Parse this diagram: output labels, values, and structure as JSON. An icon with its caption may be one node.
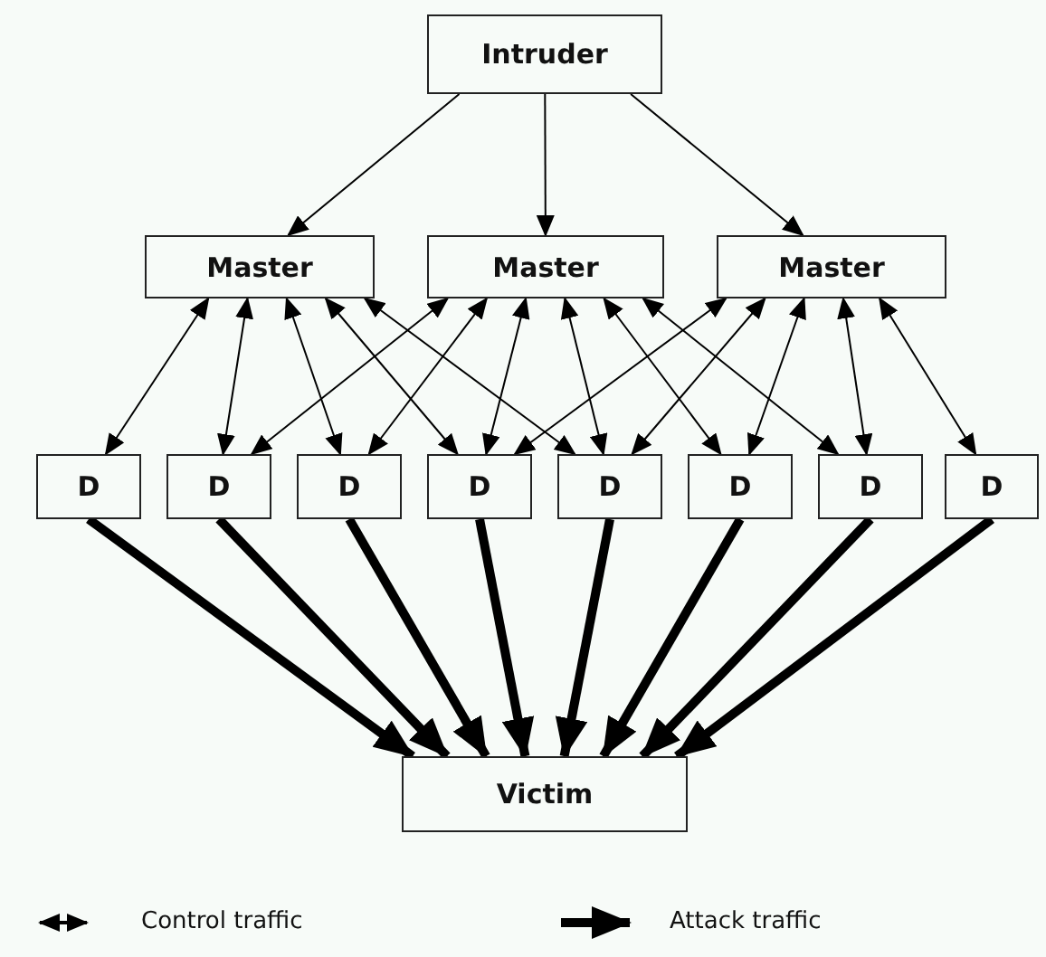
{
  "diagram": {
    "nodes": [
      {
        "text": [
          "Intruder"
        ]
      },
      {
        "text": [
          "Master"
        ]
      },
      {
        "text": [
          "Master"
        ]
      },
      {
        "text": [
          "Master"
        ]
      },
      {
        "text": [
          "D"
        ]
      },
      {
        "text": [
          "D"
        ]
      },
      {
        "text": [
          "D"
        ]
      },
      {
        "text": [
          "D"
        ]
      },
      {
        "text": [
          "D"
        ]
      },
      {
        "text": [
          "D"
        ]
      },
      {
        "text": [
          "D"
        ]
      },
      {
        "text": [
          "D"
        ]
      },
      {
        "text": [
          "Victim"
        ]
      }
    ],
    "edges": [
      {
        "from": 0,
        "to": 1,
        "arrow": "to"
      },
      {
        "from": 0,
        "to": 2,
        "arrow": "to"
      },
      {
        "from": 0,
        "to": 3,
        "arrow": "to"
      },
      {
        "from": 1,
        "to": 4,
        "arrow": "both"
      },
      {
        "from": 1,
        "to": 5,
        "arrow": "both"
      },
      {
        "from": 1,
        "to": 6,
        "arrow": "both"
      },
      {
        "from": 1,
        "to": 7,
        "arrow": "both"
      },
      {
        "from": 1,
        "to": 8,
        "arrow": "both"
      },
      {
        "from": 2,
        "to": 5,
        "arrow": "both"
      },
      {
        "from": 2,
        "to": 6,
        "arrow": "both"
      },
      {
        "from": 2,
        "to": 7,
        "arrow": "both"
      },
      {
        "from": 2,
        "to": 8,
        "arrow": "both"
      },
      {
        "from": 2,
        "to": 9,
        "arrow": "both"
      },
      {
        "from": 2,
        "to": 10,
        "arrow": "both"
      },
      {
        "from": 3,
        "to": 7,
        "arrow": "both"
      },
      {
        "from": 3,
        "to": 8,
        "arrow": "both"
      },
      {
        "from": 3,
        "to": 9,
        "arrow": "both"
      },
      {
        "from": 3,
        "to": 10,
        "arrow": "both"
      },
      {
        "from": 3,
        "to": 11,
        "arrow": "both"
      },
      {
        "from": 4,
        "to": 12,
        "arrow": "to",
        "style": "thick"
      },
      {
        "from": 5,
        "to": 12,
        "arrow": "to",
        "style": "thick"
      },
      {
        "from": 6,
        "to": 12,
        "arrow": "to",
        "style": "thick"
      },
      {
        "from": 7,
        "to": 12,
        "arrow": "to",
        "style": "thick"
      },
      {
        "from": 8,
        "to": 12,
        "arrow": "to",
        "style": "thick"
      },
      {
        "from": 9,
        "to": 12,
        "arrow": "to",
        "style": "thick"
      },
      {
        "from": 10,
        "to": 12,
        "arrow": "to",
        "style": "thick"
      },
      {
        "from": 11,
        "to": 12,
        "arrow": "to",
        "style": "thick"
      }
    ],
    "legend": [
      {
        "text": "Control traffic"
      },
      {
        "text": "Attack traffic"
      }
    ]
  }
}
